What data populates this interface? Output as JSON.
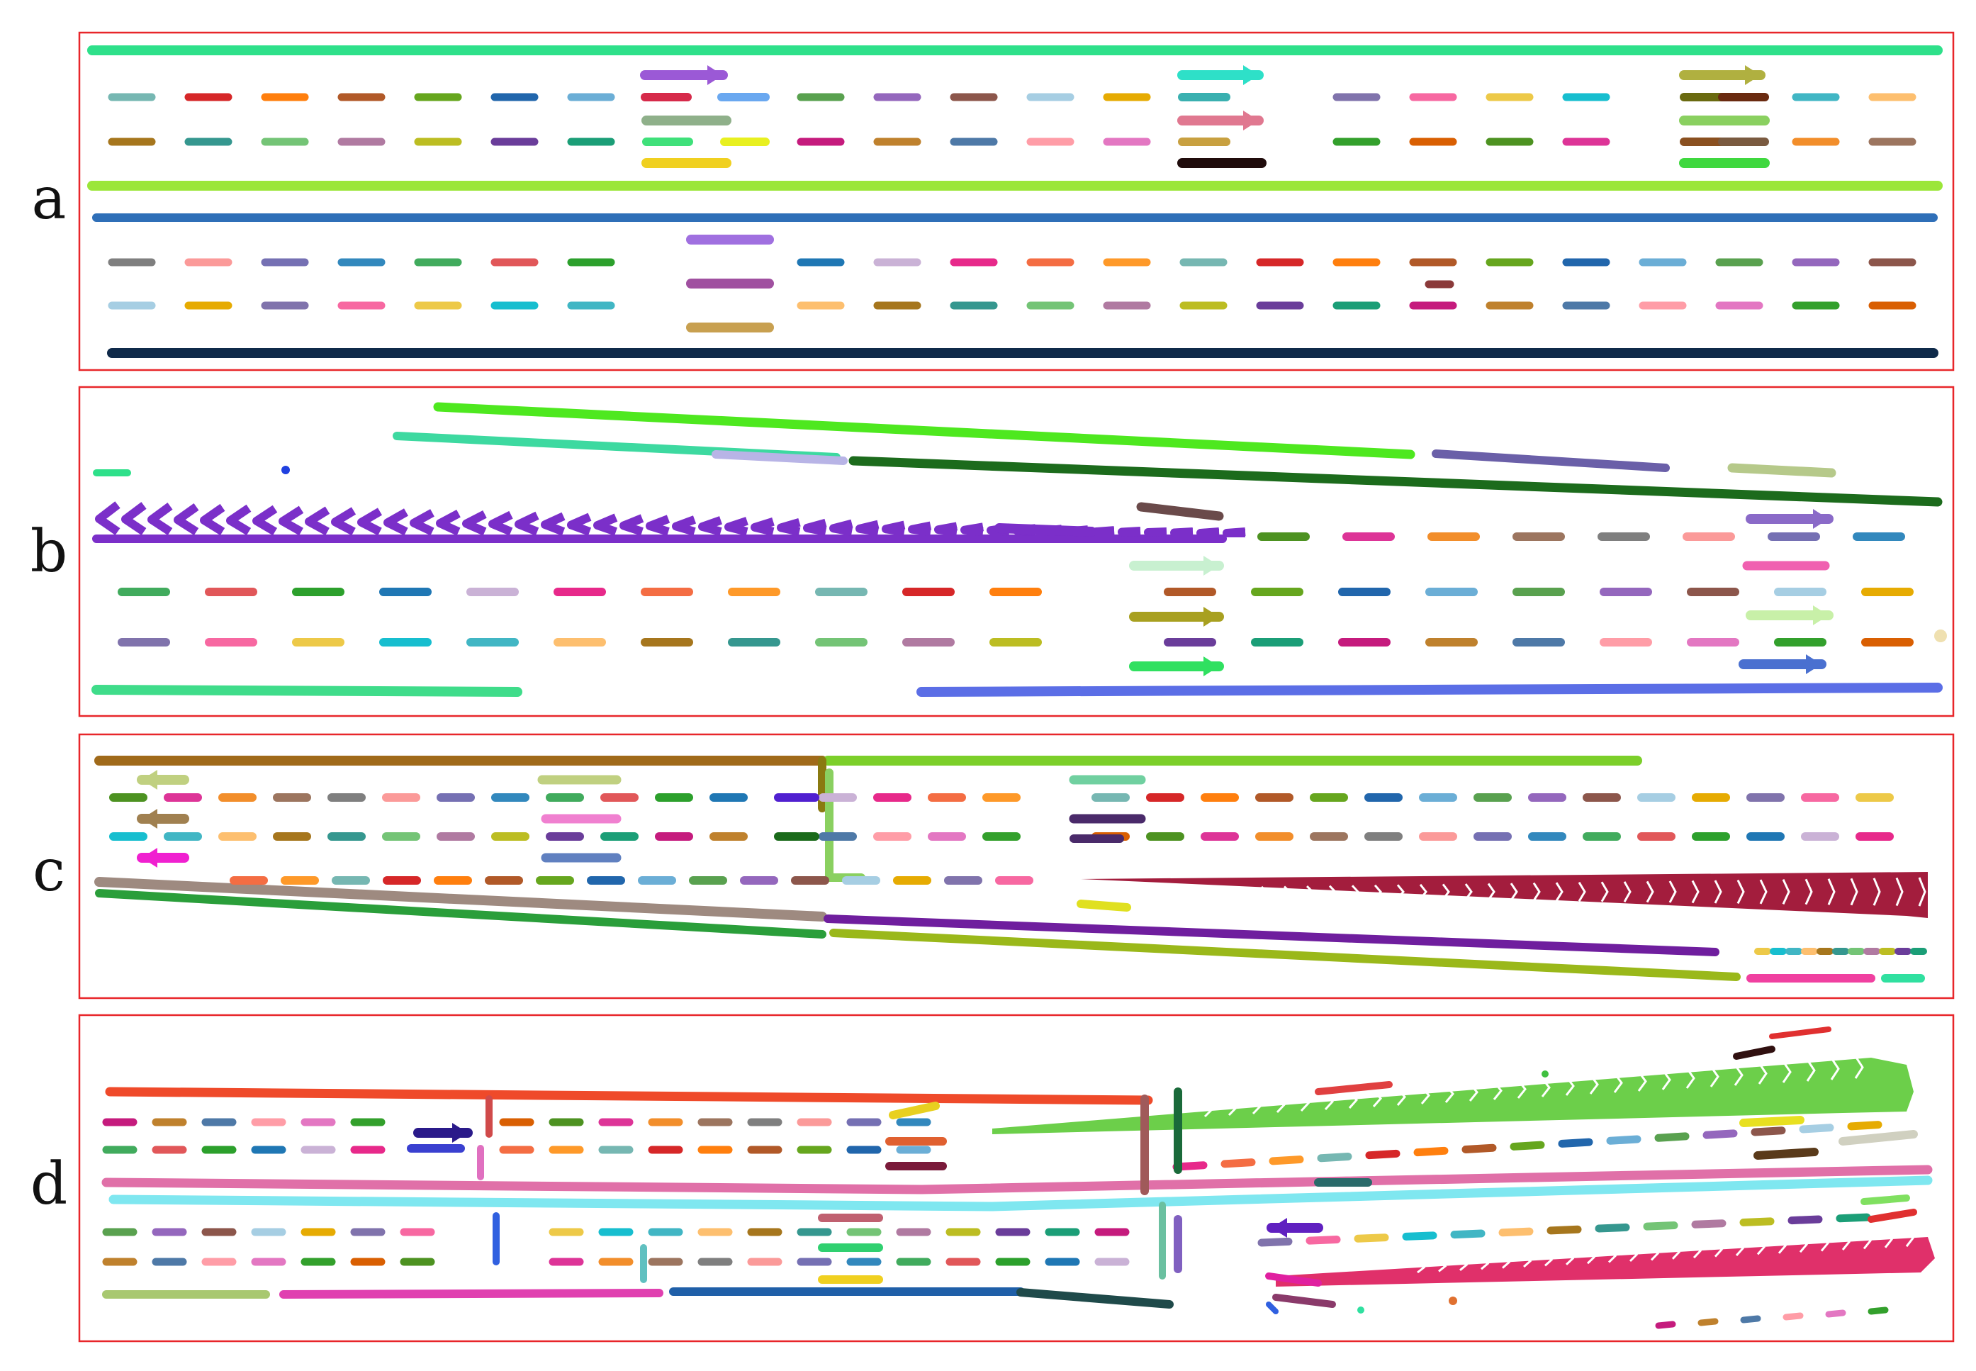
{
  "panels": [
    {
      "label": "a"
    },
    {
      "label": "b"
    },
    {
      "label": "c"
    },
    {
      "label": "d"
    }
  ],
  "colors": {
    "frame": "#e8262a",
    "palette": [
      "#4e79a7",
      "#f28e2b",
      "#e15759",
      "#76b7b2",
      "#59a14f",
      "#edc948",
      "#b07aa1",
      "#ff9da7",
      "#9c755f",
      "#2ca02c",
      "#d62728",
      "#9467bd",
      "#17becf",
      "#bcbd22",
      "#e377c2",
      "#7f7f7f",
      "#1f77b4",
      "#ff7f0e",
      "#8c564b",
      "#41b6c4",
      "#6a3d9a",
      "#33a02c",
      "#fb9a99",
      "#cab2d6",
      "#b15928",
      "#a6cee3",
      "#fdbf6f",
      "#1b9e77",
      "#d95f02",
      "#7570b3",
      "#e7298a",
      "#66a61e",
      "#e6ab02",
      "#a6761d",
      "#c51b7d",
      "#4d9221",
      "#3288bd",
      "#f46d43",
      "#2166ac",
      "#8073ac",
      "#35978f",
      "#bf812d",
      "#dd3497",
      "#41ab5d",
      "#fe9929",
      "#6baed6",
      "#f768a1",
      "#74c476"
    ],
    "a_solid": [
      "#2ee08a",
      "#9be639",
      "#2f6fb8",
      "#0f2a4a"
    ],
    "b_chevron": "#7b2fc9",
    "b_solid": [
      "#4ee81f",
      "#3dd9a0",
      "#b8b4e6",
      "#1c6b1c",
      "#6a5fa8",
      "#b6c98a",
      "#3fdc8a",
      "#5b6ee6"
    ],
    "c_solid": [
      "#a06a1a",
      "#7ccf2a",
      "#9e8a80",
      "#2a9e3a",
      "#6f1e9e",
      "#9ab81a"
    ],
    "c_chevron": "#a31d3d",
    "d_solid": [
      "#ef4a2a",
      "#e070a8",
      "#7fe7f0",
      "#a8c870",
      "#e040b0",
      "#1f5fa8",
      "#1f4a4a"
    ],
    "d_fan_green": "#6ccf4a",
    "d_fan_pink": "#e0306a"
  }
}
